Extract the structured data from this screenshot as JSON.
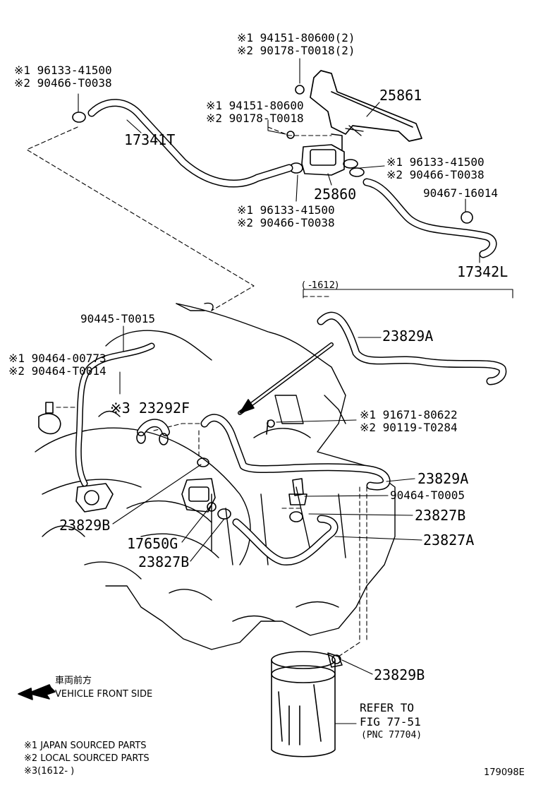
{
  "labels": {
    "top_nut_1": "※1  94151-80600(2)",
    "top_nut_2": "※2  90178-T0018(2)",
    "clip_tl_1": "※1  96133-41500",
    "clip_tl_2": "※2  90466-T0038",
    "p25861": "25861",
    "nut_mid_1": "※1  94151-80600",
    "nut_mid_2": "※2  90178-T0018",
    "p17341T": "17341T",
    "clip_r_1": "※1  96133-41500",
    "clip_r_2": "※2  90466-T0038",
    "p90467": "90467-16014",
    "p25860": "25860",
    "clip_c_1": "※1  96133-41500",
    "clip_c_2": "※2  90466-T0038",
    "p17342L": "17342L",
    "range_1612": "(      -1612)",
    "p90445": "90445-T0015",
    "p23829A_top": "23829A",
    "clip_l_1": "※1  90464-00773",
    "clip_l_2": "※2  90464-T0014",
    "p23292F": "※3  23292F",
    "bolt_1": "※1  91671-80622",
    "bolt_2": "※2  90119-T0284",
    "p23829A_mid": "23829A",
    "p90464_T0005": "90464-T0005",
    "p23827B_r": "23827B",
    "p23829B_l": "23829B",
    "p23827A": "23827A",
    "p17650G": "17650G",
    "p23827B_l": "23827B",
    "p23829B_b": "23829B",
    "front_jp": "車両前方",
    "front_en": "VEHICLE FRONT SIDE",
    "refer_1": "REFER  TO",
    "refer_2": "FIG  77-51",
    "refer_3": "(PNC  77704)",
    "note_1": "※1  JAPAN SOURCED PARTS",
    "note_2": "※2  LOCAL SOURCED PARTS",
    "note_3": "※3(1612-      )",
    "figure_id": "179098E"
  }
}
